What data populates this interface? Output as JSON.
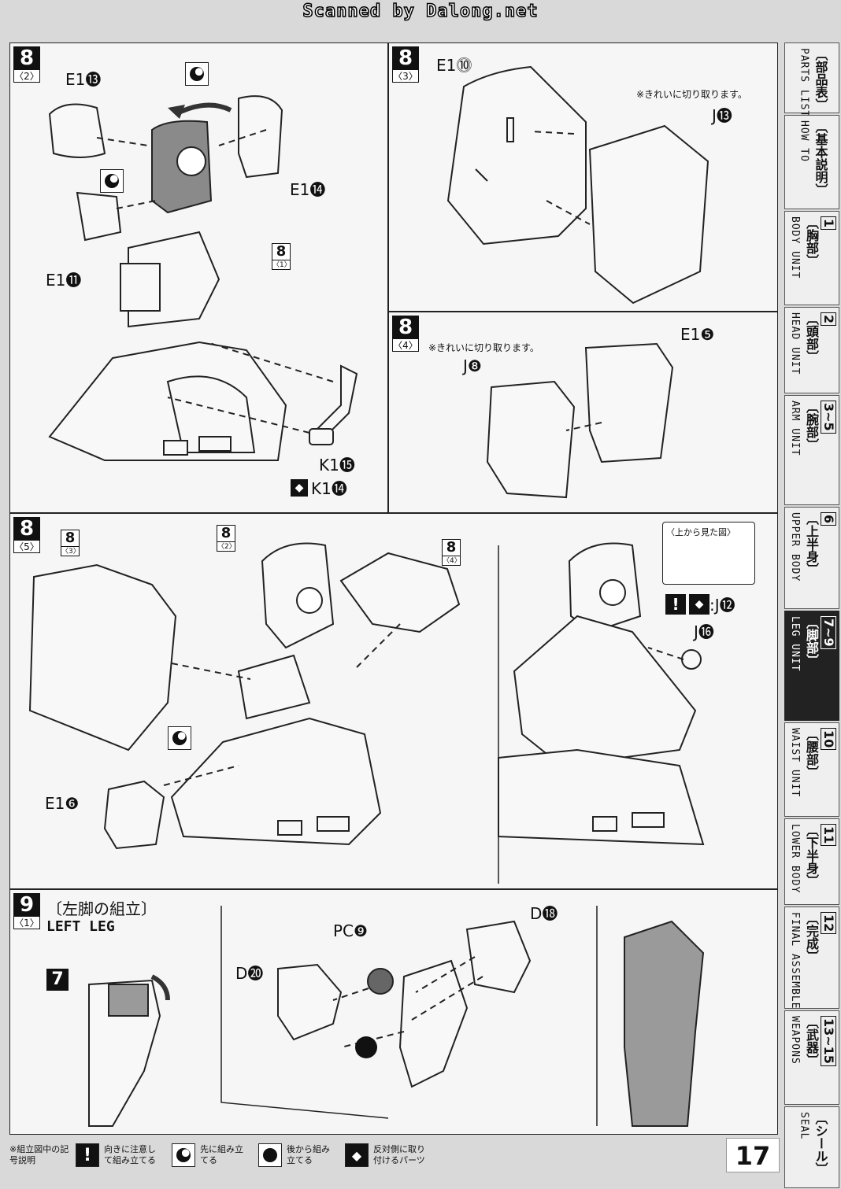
{
  "header": {
    "scan_credit": "Scanned by Dalong.net"
  },
  "steps": {
    "s82": {
      "num": "8",
      "sub": "〈2〉",
      "labels": {
        "e13": "E1⓭",
        "e14": "E1⓮",
        "e11": "E1⓫",
        "k15": "K1⓯",
        "k14": "K1⓮"
      },
      "ref": {
        "num": "8",
        "sub": "〈1〉"
      }
    },
    "s83": {
      "num": "8",
      "sub": "〈3〉",
      "labels": {
        "e10": "E1⓾",
        "j13": "J⓭"
      },
      "note": "※きれいに切り取ります。"
    },
    "s84": {
      "num": "8",
      "sub": "〈4〉",
      "labels": {
        "j8": "J❽",
        "e15": "E1❺"
      },
      "note": "※きれいに切り取ります。"
    },
    "s85": {
      "num": "8",
      "sub": "〈5〉",
      "refs": [
        {
          "num": "8",
          "sub": "〈3〉"
        },
        {
          "num": "8",
          "sub": "〈2〉"
        },
        {
          "num": "8",
          "sub": "〈4〉"
        }
      ],
      "labels": {
        "e16": "E1❻",
        "j12": ":J⓬",
        "j16": "J⓰"
      },
      "top_view": "〈上から見た図〉"
    },
    "s91": {
      "num": "9",
      "sub": "〈1〉",
      "title_jp": "〔左脚の組立〕",
      "title_en": "LEFT LEG",
      "ref": "7",
      "labels": {
        "pc9": "PC❾",
        "d18": "D⓲",
        "d20": "D⓴"
      }
    }
  },
  "index_tabs": [
    {
      "jp": "〔部品表〕",
      "en": "PARTS LIST",
      "num": "",
      "active": false
    },
    {
      "jp": "〔基本説明〕",
      "en": "HOW TO",
      "num": "",
      "active": false
    },
    {
      "jp": "〔胸部〕",
      "en": "BODY UNIT",
      "num": "1",
      "active": false
    },
    {
      "jp": "〔頭部〕",
      "en": "HEAD UNIT",
      "num": "2",
      "active": false
    },
    {
      "jp": "〔腕部〕",
      "en": "ARM UNIT",
      "num": "3~5",
      "active": false
    },
    {
      "jp": "〔上半身〕",
      "en": "UPPER BODY",
      "num": "6",
      "active": false
    },
    {
      "jp": "〔脚部〕",
      "en": "LEG UNIT",
      "num": "7~9",
      "active": true
    },
    {
      "jp": "〔腰部〕",
      "en": "WAIST UNIT",
      "num": "10",
      "active": false
    },
    {
      "jp": "〔下半身〕",
      "en": "LOWER BODY",
      "num": "11",
      "active": false
    },
    {
      "jp": "〔完成〕",
      "en": "FINAL ASSEMBLE",
      "num": "12",
      "active": false
    },
    {
      "jp": "〔武器〕",
      "en": "WEAPONS",
      "num": "13~15",
      "active": false
    },
    {
      "jp": "〔シール〕",
      "en": "SEAL",
      "num": "",
      "active": false
    }
  ],
  "legend": {
    "title": "※組立図中の記号説明",
    "items": [
      {
        "icon": "!",
        "text": "向きに注意して組み立てる"
      },
      {
        "icon": "",
        "text": "先に組み立てる"
      },
      {
        "icon": "",
        "text": "後から組み立てる"
      },
      {
        "icon": "",
        "text": "反対側に取り付けるパーツ"
      }
    ]
  },
  "page_number": "17"
}
